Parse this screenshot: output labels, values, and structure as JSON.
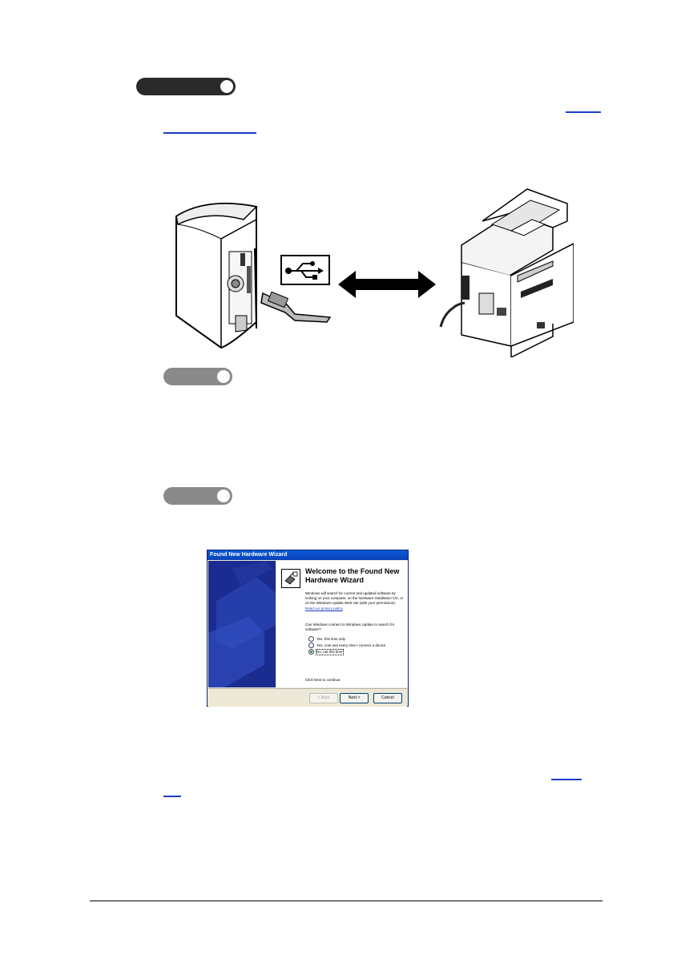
{
  "wizard": {
    "title": "Found New Hardware Wizard",
    "heading": "Welcome to the Found New Hardware Wizard",
    "intro": "Windows will search for current and updated software by looking on your computer, on the hardware installation CD, or on the Windows Update Web site (with your permission).",
    "privacy_link": "Read our privacy policy",
    "question": "Can Windows connect to Windows Update to search for software?",
    "options": [
      {
        "label": "Yes, this time only",
        "selected": false
      },
      {
        "label": "Yes, now and every time I connect a device",
        "selected": false
      },
      {
        "label": "No, not this time",
        "selected": true
      }
    ],
    "footer_text": "Click Next to continue.",
    "buttons": {
      "back": "< Back",
      "next": "Next >",
      "cancel": "Cancel"
    }
  },
  "colors": {
    "pill_dark": "#2a2a2a",
    "pill_gray": "#8a8a8a",
    "link": "#1a3cc8",
    "wizard_side": "#1a2c8f"
  }
}
